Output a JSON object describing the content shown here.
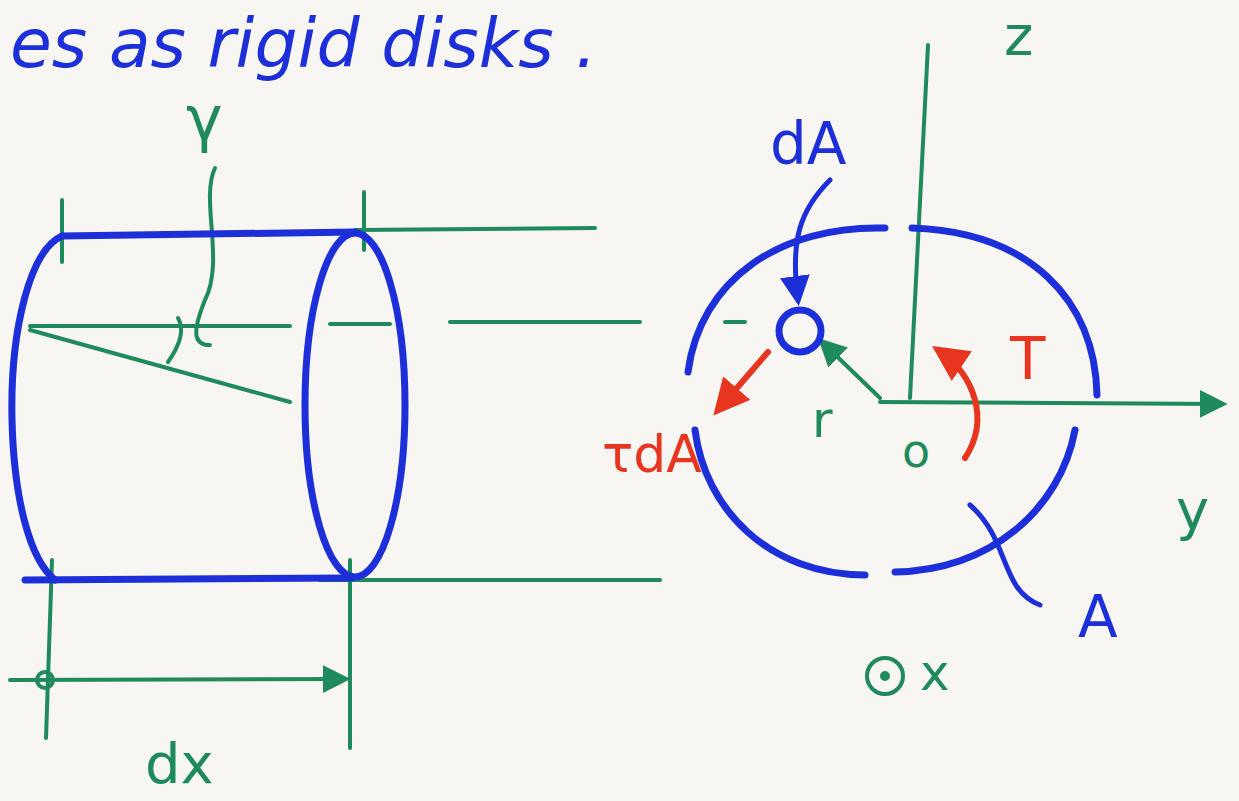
{
  "diagram": {
    "labels": [
      "es as rigid disks .",
      "γ",
      "dA",
      "τdA",
      "r",
      "T",
      "o",
      "A",
      "x",
      "z",
      "y",
      "dx"
    ]
  }
}
